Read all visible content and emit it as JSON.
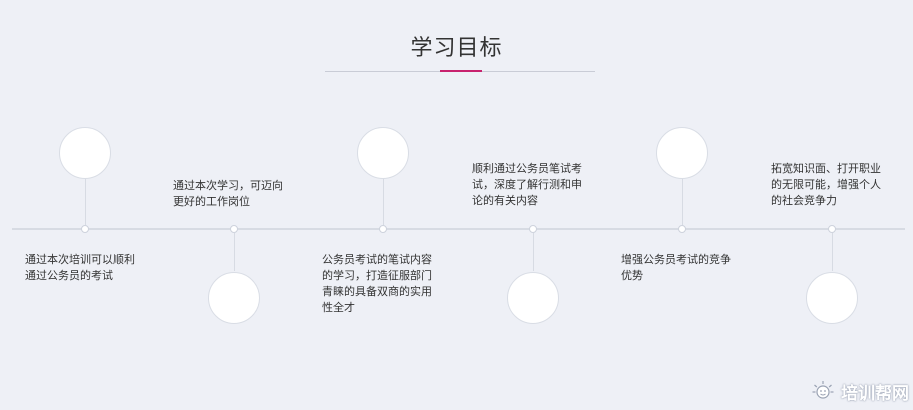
{
  "header": {
    "title": "学习目标"
  },
  "milestones": [
    {
      "text": "通过本次培训可以顺利通过公务员的考试"
    },
    {
      "text": "通过本次学习，可迈向更好的工作岗位"
    },
    {
      "text": "公务员考试的笔试内容的学习，打造征服部门青睐的具备双商的实用性全才"
    },
    {
      "text": "顺利通过公务员笔试考试，深度了解行测和申论的有关内容"
    },
    {
      "text": "增强公务员考试的竞争优势"
    },
    {
      "text": "拓宽知识面、打开职业的无限可能，增强个人的社会竞争力"
    }
  ],
  "watermark": {
    "text": "培训帮网",
    "icon": "sun-face-logo"
  },
  "colors": {
    "background": "#eef0f6",
    "accent": "#c8226e",
    "line": "#d7dbe3"
  }
}
